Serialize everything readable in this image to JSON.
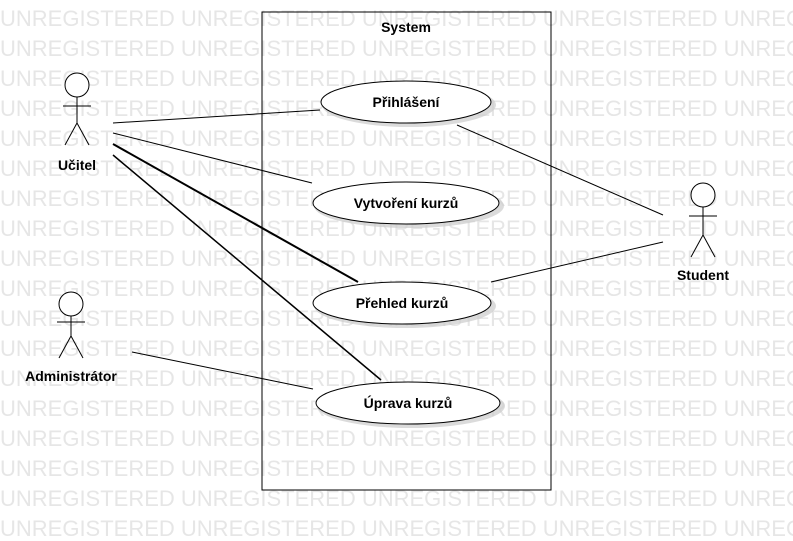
{
  "diagram": {
    "type": "use-case",
    "system": {
      "label": "System"
    },
    "actors": [
      {
        "id": "ucitel",
        "label": "Učitel"
      },
      {
        "id": "student",
        "label": "Student"
      },
      {
        "id": "admin",
        "label": "Administrátor"
      }
    ],
    "use_cases": [
      {
        "id": "prihlaseni",
        "label": "Přihlášení"
      },
      {
        "id": "vytvoreni",
        "label": "Vytvoření kurzů"
      },
      {
        "id": "prehled",
        "label": "Přehled kurzů"
      },
      {
        "id": "uprava",
        "label": "Úprava kurzů"
      }
    ],
    "associations": [
      {
        "from": "ucitel",
        "to": "prihlaseni"
      },
      {
        "from": "ucitel",
        "to": "vytvoreni"
      },
      {
        "from": "ucitel",
        "to": "prehled"
      },
      {
        "from": "ucitel",
        "to": "uprava"
      },
      {
        "from": "student",
        "to": "prihlaseni"
      },
      {
        "from": "student",
        "to": "prehled"
      },
      {
        "from": "admin",
        "to": "uprava"
      }
    ]
  },
  "watermark": {
    "text": "UNREGISTERED"
  },
  "colors": {
    "line": "#000000",
    "watermark": "#e6e6e6",
    "shadow": "#cccccc",
    "fill": "#ffffff"
  }
}
